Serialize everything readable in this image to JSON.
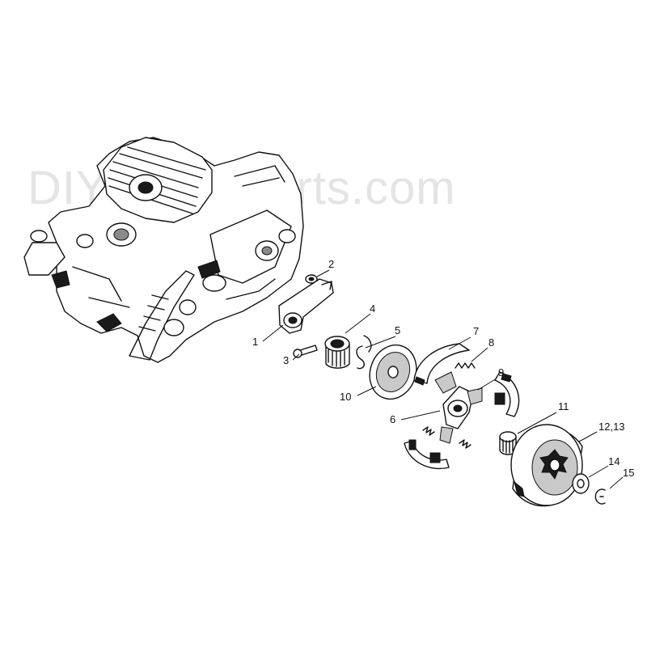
{
  "watermark": "DIYSpareParts.com",
  "callouts": [
    {
      "id": "1",
      "label": "1"
    },
    {
      "id": "2",
      "label": "2"
    },
    {
      "id": "3",
      "label": "3"
    },
    {
      "id": "4",
      "label": "4"
    },
    {
      "id": "5",
      "label": "5"
    },
    {
      "id": "6",
      "label": "6"
    },
    {
      "id": "7",
      "label": "7"
    },
    {
      "id": "8",
      "label": "8"
    },
    {
      "id": "9",
      "label": "9"
    },
    {
      "id": "10",
      "label": "10"
    },
    {
      "id": "11",
      "label": "11"
    },
    {
      "id": "12_13",
      "label": "12,13"
    },
    {
      "id": "14",
      "label": "14"
    },
    {
      "id": "15",
      "label": "15"
    }
  ]
}
